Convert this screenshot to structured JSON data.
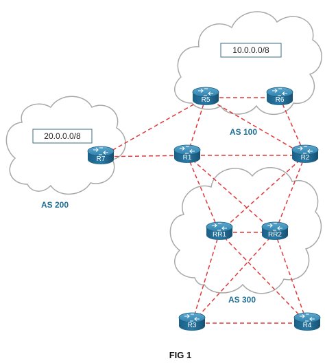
{
  "figure": {
    "caption": "FIG 1"
  },
  "clouds": [
    {
      "id": "as100",
      "label": "AS 100",
      "prefix": "10.0.0.0/8"
    },
    {
      "id": "as200",
      "label": "AS 200",
      "prefix": "20.0.0.0/8"
    },
    {
      "id": "as300",
      "label": "AS 300",
      "prefix": ""
    }
  ],
  "routers": [
    {
      "id": "R5",
      "label": "R5"
    },
    {
      "id": "R6",
      "label": "R6"
    },
    {
      "id": "R7",
      "label": "R7"
    },
    {
      "id": "R1",
      "label": "R1"
    },
    {
      "id": "R2",
      "label": "R2"
    },
    {
      "id": "RR1",
      "label": "RR1"
    },
    {
      "id": "RR2",
      "label": "RR2"
    },
    {
      "id": "R3",
      "label": "R3"
    },
    {
      "id": "R4",
      "label": "R4"
    }
  ],
  "links": [
    [
      "R5",
      "R6"
    ],
    [
      "R5",
      "R7"
    ],
    [
      "R5",
      "R1"
    ],
    [
      "R5",
      "R2"
    ],
    [
      "R6",
      "R2"
    ],
    [
      "R7",
      "R1"
    ],
    [
      "R1",
      "R2"
    ],
    [
      "R1",
      "RR1"
    ],
    [
      "R1",
      "RR2"
    ],
    [
      "R2",
      "RR1"
    ],
    [
      "R2",
      "RR2"
    ],
    [
      "RR1",
      "RR2"
    ],
    [
      "RR1",
      "R3"
    ],
    [
      "RR1",
      "R4"
    ],
    [
      "RR2",
      "R3"
    ],
    [
      "RR2",
      "R4"
    ],
    [
      "R3",
      "R4"
    ]
  ],
  "colors": {
    "link": "#e0383a",
    "router": "#1d6a93",
    "label": "#1f6e96",
    "cloud_stroke": "#a8a8a8"
  }
}
